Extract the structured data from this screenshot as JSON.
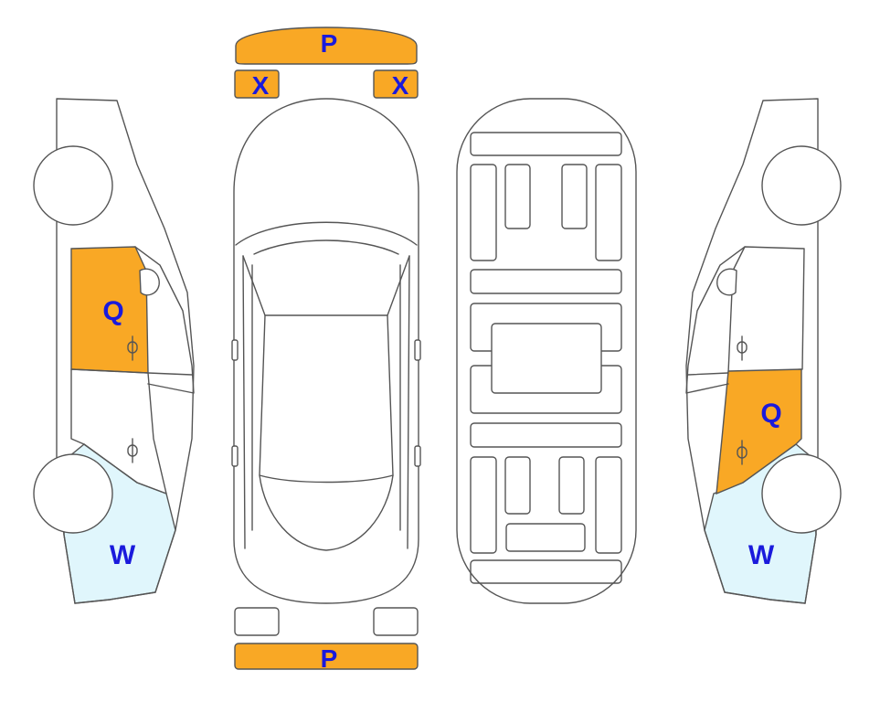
{
  "colors": {
    "marked_orange": "#f9a825",
    "marked_blue": "#e0f6fc",
    "label_text": "#1a1adc",
    "outline": "#555555"
  },
  "labels": {
    "front_bumper": "P",
    "rear_bumper": "P",
    "left_headlight": "X",
    "right_headlight": "X",
    "left_front_door": "Q",
    "left_front_fender": "W",
    "right_front_door": "Q",
    "right_front_fender": "W"
  }
}
